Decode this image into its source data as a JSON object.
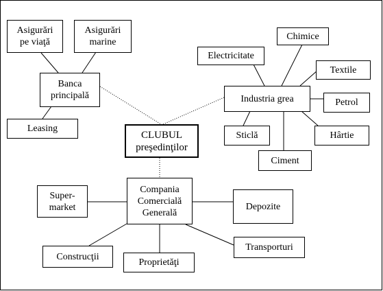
{
  "nodes": {
    "asig_viata": "Asigurări\npe viaţă",
    "asig_marine": "Asigurări\nmarine",
    "banca": "Banca\nprincipală",
    "leasing": "Leasing",
    "clubul": "CLUBUL\npreşedinţilor",
    "industria": "Industria grea",
    "chimice": "Chimice",
    "electricitate": "Electricitate",
    "textile": "Textile",
    "petrol": "Petrol",
    "hartie": "Hârtie",
    "sticla": "Sticlă",
    "ciment": "Ciment",
    "compania": "Compania\nComercială\nGenerală",
    "supermarket": "Super-\nmarket",
    "depozite": "Depozite",
    "constructii": "Construcţii",
    "proprietati": "Proprietăţi",
    "transporturi": "Transporturi"
  }
}
